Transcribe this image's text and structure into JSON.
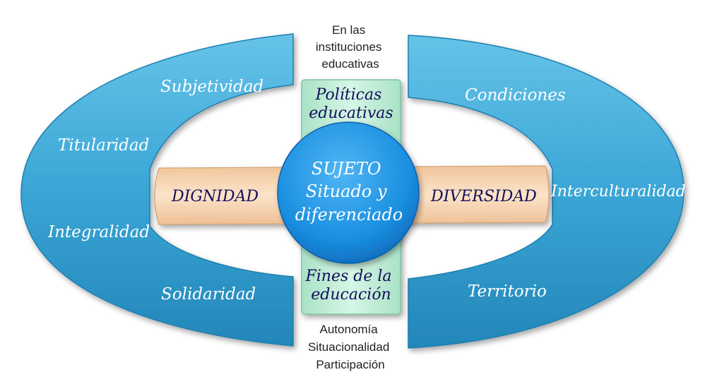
{
  "colors": {
    "arc_blue": "#3aa6d6",
    "arc_blue_dark": "#1d78a8",
    "band_peach": "#f6d3ad",
    "band_edge": "#d9ab7e",
    "vertical_green": "#c9f1dd",
    "vertical_edge": "#8fcdb0",
    "circle_blue": "#1a8ee0",
    "navy_text": "#14105a",
    "white_text": "#ffffff",
    "black_text": "#222222"
  },
  "top_note": [
    "En las",
    "instituciones",
    "educativas"
  ],
  "bottom_note": [
    "Autonomía",
    "Situacionalidad",
    "Participación"
  ],
  "left_arc": {
    "items": [
      "Subjetividad",
      "Titularidad",
      "Integralidad",
      "Solidaridad"
    ]
  },
  "right_arc": {
    "items": [
      "Condiciones",
      "Interculturalidad",
      "Territorio"
    ]
  },
  "band": {
    "left_label": "DIGNIDAD",
    "right_label": "DIVERSIDAD"
  },
  "vertical": {
    "top_label": [
      "Políticas",
      "educativas"
    ],
    "bottom_label": [
      "Fines de la",
      "educación"
    ]
  },
  "center": {
    "lines": [
      "SUJETO",
      "Situado y",
      "diferenciado"
    ]
  }
}
